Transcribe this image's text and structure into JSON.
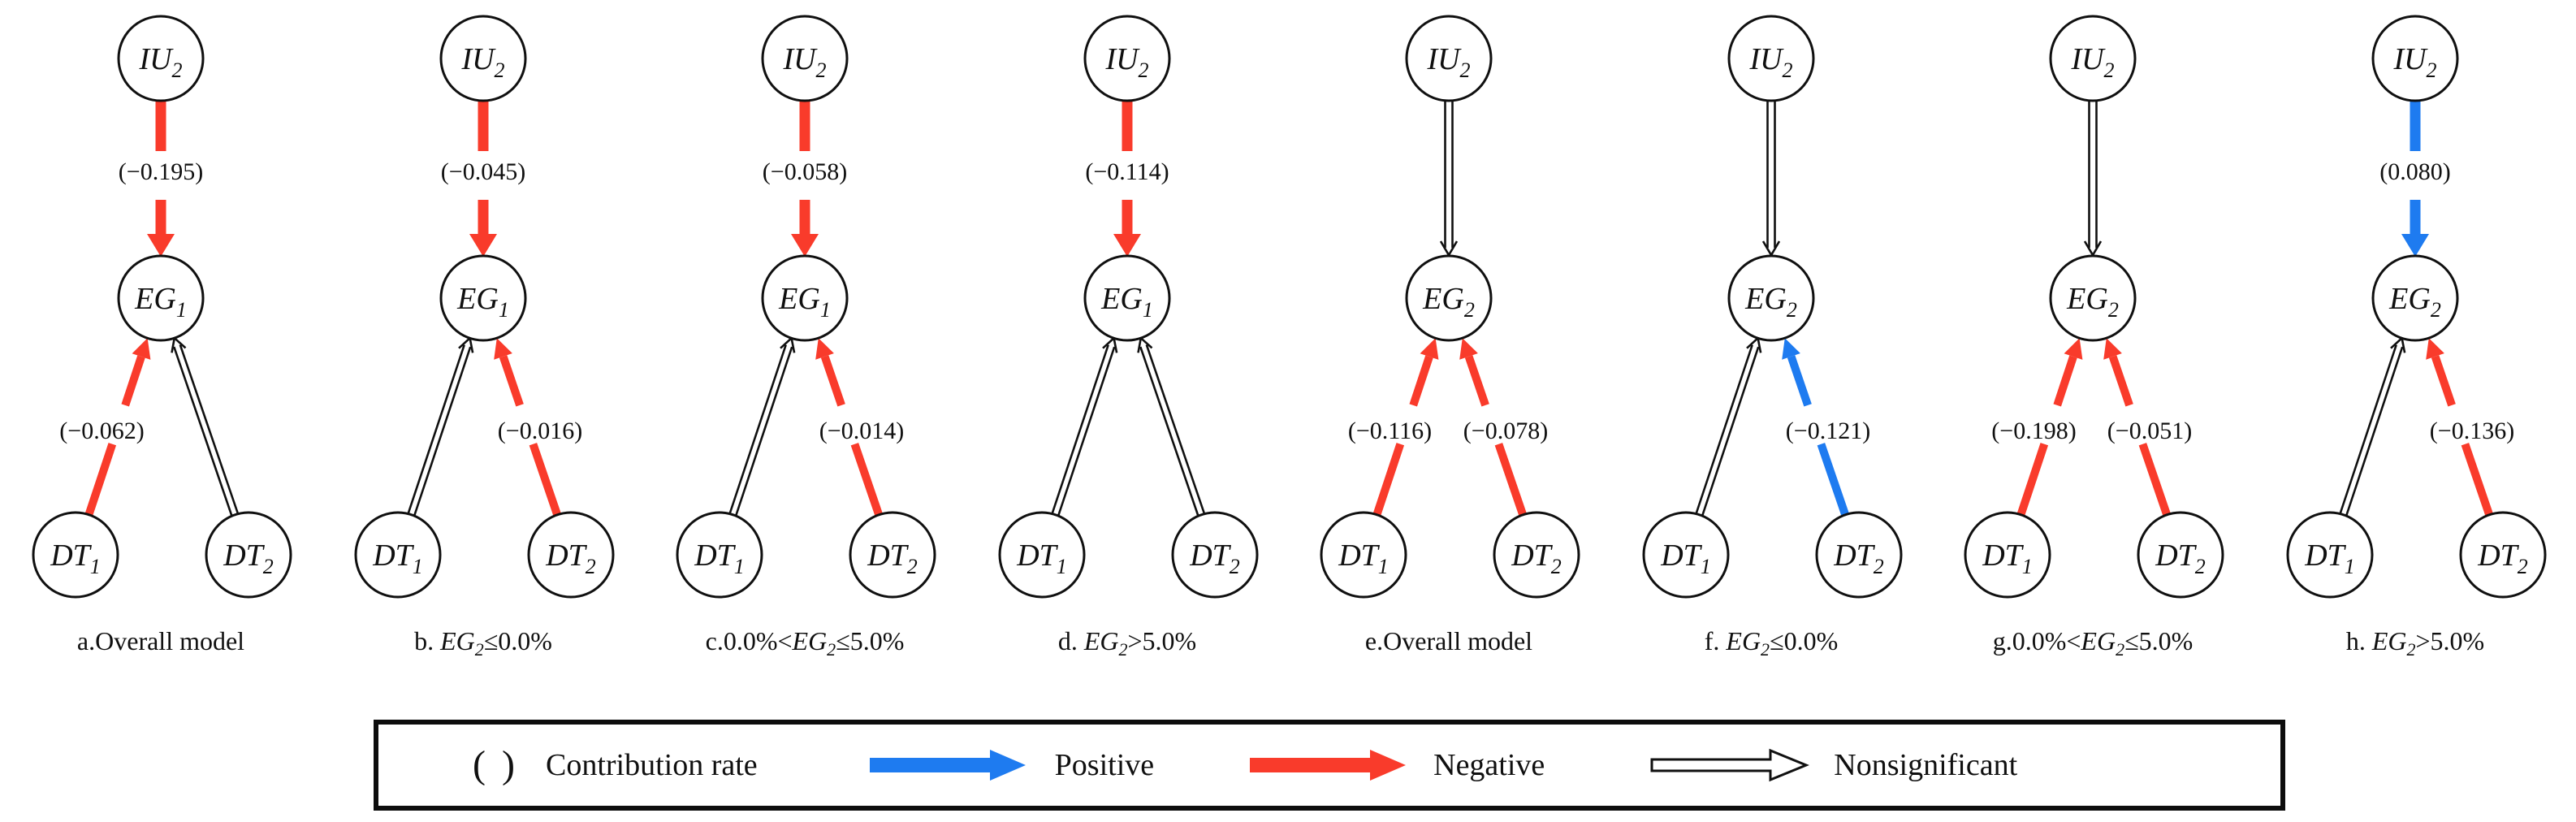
{
  "colors": {
    "ink": "#101010",
    "positive": "#1e7bf0",
    "negative": "#f93b2b",
    "background": "#ffffff"
  },
  "legend": {
    "symbol": "( )",
    "contribution_label": "Contribution rate",
    "positive_label": "Positive",
    "negative_label": "Negative",
    "nonsignificant_label": "Nonsignificant"
  },
  "panels": [
    {
      "id": "a",
      "caption": {
        "pre": "a.Overall model",
        "italic": "",
        "sub": "",
        "post": ""
      },
      "nodes": {
        "top": {
          "label": "IU",
          "sub": "2"
        },
        "mid": {
          "label": "EG",
          "sub": "1"
        },
        "left": {
          "label": "DT",
          "sub": "1"
        },
        "right": {
          "label": "DT",
          "sub": "2"
        }
      },
      "edges": {
        "top_mid": {
          "type": "negative",
          "value": "(−0.195)"
        },
        "left_mid": {
          "type": "negative",
          "value": "(−0.062)"
        },
        "right_mid": {
          "type": "nonsignificant",
          "value": ""
        }
      }
    },
    {
      "id": "b",
      "caption": {
        "pre": "b. ",
        "italic": "EG",
        "sub": "2",
        "post": "≤0.0%"
      },
      "nodes": {
        "top": {
          "label": "IU",
          "sub": "2"
        },
        "mid": {
          "label": "EG",
          "sub": "1"
        },
        "left": {
          "label": "DT",
          "sub": "1"
        },
        "right": {
          "label": "DT",
          "sub": "2"
        }
      },
      "edges": {
        "top_mid": {
          "type": "negative",
          "value": "(−0.045)"
        },
        "left_mid": {
          "type": "nonsignificant",
          "value": ""
        },
        "right_mid": {
          "type": "negative",
          "value": "(−0.016)"
        }
      }
    },
    {
      "id": "c",
      "caption": {
        "pre": "c.0.0%<",
        "italic": "EG",
        "sub": "2",
        "post": "≤5.0%"
      },
      "nodes": {
        "top": {
          "label": "IU",
          "sub": "2"
        },
        "mid": {
          "label": "EG",
          "sub": "1"
        },
        "left": {
          "label": "DT",
          "sub": "1"
        },
        "right": {
          "label": "DT",
          "sub": "2"
        }
      },
      "edges": {
        "top_mid": {
          "type": "negative",
          "value": "(−0.058)"
        },
        "left_mid": {
          "type": "nonsignificant",
          "value": ""
        },
        "right_mid": {
          "type": "negative",
          "value": "(−0.014)"
        }
      }
    },
    {
      "id": "d",
      "caption": {
        "pre": "d. ",
        "italic": "EG",
        "sub": "2",
        "post": ">5.0%"
      },
      "nodes": {
        "top": {
          "label": "IU",
          "sub": "2"
        },
        "mid": {
          "label": "EG",
          "sub": "1"
        },
        "left": {
          "label": "DT",
          "sub": "1"
        },
        "right": {
          "label": "DT",
          "sub": "2"
        }
      },
      "edges": {
        "top_mid": {
          "type": "negative",
          "value": "(−0.114)"
        },
        "left_mid": {
          "type": "nonsignificant",
          "value": ""
        },
        "right_mid": {
          "type": "nonsignificant",
          "value": ""
        }
      }
    },
    {
      "id": "e",
      "caption": {
        "pre": "e.Overall model",
        "italic": "",
        "sub": "",
        "post": ""
      },
      "nodes": {
        "top": {
          "label": "IU",
          "sub": "2"
        },
        "mid": {
          "label": "EG",
          "sub": "2"
        },
        "left": {
          "label": "DT",
          "sub": "1"
        },
        "right": {
          "label": "DT",
          "sub": "2"
        }
      },
      "edges": {
        "top_mid": {
          "type": "nonsignificant",
          "value": ""
        },
        "left_mid": {
          "type": "negative",
          "value": "(−0.116)"
        },
        "right_mid": {
          "type": "negative",
          "value": "(−0.078)"
        }
      }
    },
    {
      "id": "f",
      "caption": {
        "pre": "f. ",
        "italic": "EG",
        "sub": "2",
        "post": "≤0.0%"
      },
      "nodes": {
        "top": {
          "label": "IU",
          "sub": "2"
        },
        "mid": {
          "label": "EG",
          "sub": "2"
        },
        "left": {
          "label": "DT",
          "sub": "1"
        },
        "right": {
          "label": "DT",
          "sub": "2"
        }
      },
      "edges": {
        "top_mid": {
          "type": "nonsignificant",
          "value": ""
        },
        "left_mid": {
          "type": "nonsignificant",
          "value": ""
        },
        "right_mid": {
          "type": "positive",
          "value": "(−0.121)"
        }
      }
    },
    {
      "id": "g",
      "caption": {
        "pre": "g.0.0%<",
        "italic": "EG",
        "sub": "2",
        "post": "≤5.0%"
      },
      "nodes": {
        "top": {
          "label": "IU",
          "sub": "2"
        },
        "mid": {
          "label": "EG",
          "sub": "2"
        },
        "left": {
          "label": "DT",
          "sub": "1"
        },
        "right": {
          "label": "DT",
          "sub": "2"
        }
      },
      "edges": {
        "top_mid": {
          "type": "nonsignificant",
          "value": ""
        },
        "left_mid": {
          "type": "negative",
          "value": "(−0.198)"
        },
        "right_mid": {
          "type": "negative",
          "value": "(−0.051)"
        }
      }
    },
    {
      "id": "h",
      "caption": {
        "pre": "h. ",
        "italic": "EG",
        "sub": "2",
        "post": ">5.0%"
      },
      "nodes": {
        "top": {
          "label": "IU",
          "sub": "2"
        },
        "mid": {
          "label": "EG",
          "sub": "2"
        },
        "left": {
          "label": "DT",
          "sub": "1"
        },
        "right": {
          "label": "DT",
          "sub": "2"
        }
      },
      "edges": {
        "top_mid": {
          "type": "positive",
          "value": "(0.080)"
        },
        "left_mid": {
          "type": "nonsignificant",
          "value": ""
        },
        "right_mid": {
          "type": "negative",
          "value": "(−0.136)"
        }
      }
    }
  ]
}
